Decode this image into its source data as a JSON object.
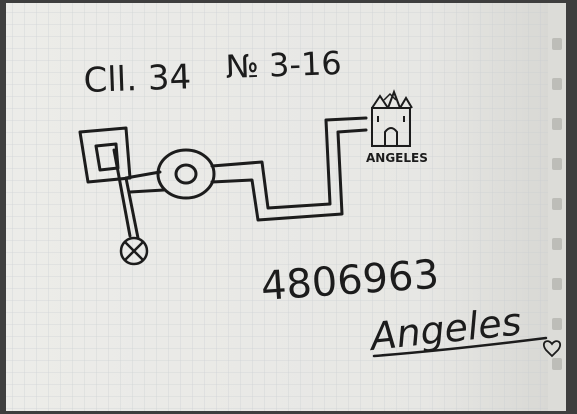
{
  "note": {
    "address_street": "Cll. 34",
    "address_number": "№ 3-16",
    "landmark_label": "ANGELES",
    "phone": "4806963",
    "signature": "Angeles"
  },
  "icons": {
    "landmark": "castle-icon",
    "roundabout": "roundabout-icon",
    "start_marker": "crossed-circle-marker-icon",
    "heart": "heart-icon"
  },
  "colors": {
    "paper": "#e9e9e7",
    "grid": "#c6cbd0",
    "ink": "#1c1c1c",
    "background": "#3e3e3e"
  }
}
